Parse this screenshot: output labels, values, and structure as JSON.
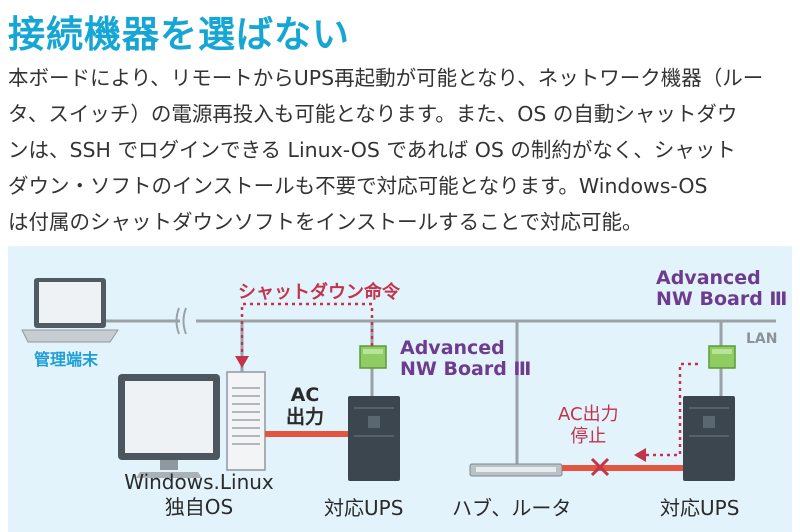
{
  "heading": "接続機器を選ばない",
  "paragraph": [
    "本ボードにより、リモートからUPS再起動が可能となり、ネットワーク機器（ルー",
    "タ、スイッチ）の電源再投入も可能となります。また、OS の自動シャットダウ",
    "ンは、SSH でログインできる Linux-OS であれば OS の制約がなく、シャット",
    "ダウン・ソフトのインストールも不要で対応可能となります。Windows-OS",
    "は付属のシャットダウンソフトをインストールすることで対応可能。"
  ],
  "diagram": {
    "admin_terminal": "管理端末",
    "lan": "LAN",
    "shutdown_command": "シャットダウン命令",
    "board_left": [
      "Advanced",
      "NW Board Ⅲ"
    ],
    "board_right": [
      "Advanced",
      "NW Board Ⅲ"
    ],
    "ac_output": [
      "AC",
      "出力"
    ],
    "ac_output_stop": [
      "AC出力",
      "停止"
    ],
    "server_label": [
      "Windows.Linux",
      "独自OS"
    ],
    "ups_left": "対応UPS",
    "ups_right": "対応UPS",
    "hub_router": "ハブ、ルータ"
  },
  "colors": {
    "title": "#16a6d6",
    "accent_red": "#c3344c",
    "board_purple": "#6d3c8f",
    "cable_orange": "#e4553f",
    "background": "#e3f3fb"
  }
}
